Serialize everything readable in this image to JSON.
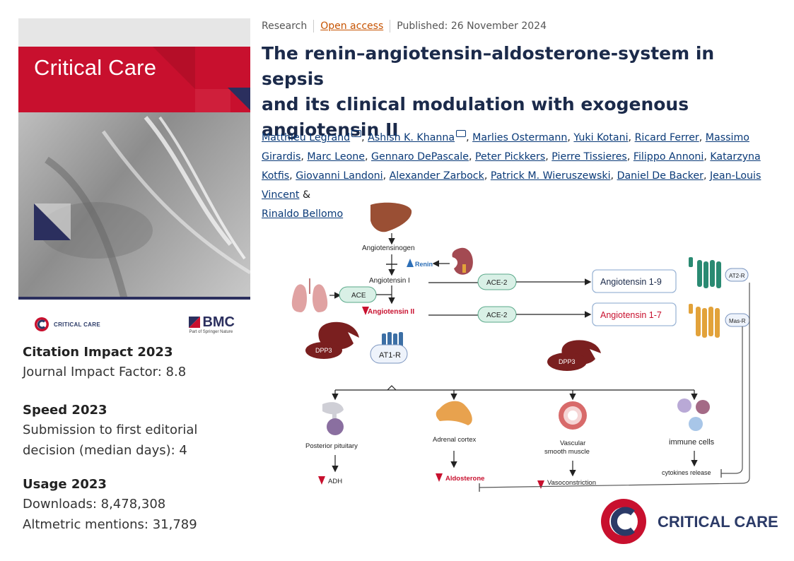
{
  "journal": {
    "cover_title": "Critical Care",
    "logo_small_label": "CRITICAL CARE",
    "publisher": "BMC",
    "publisher_sub": "Part of Springer Nature"
  },
  "metrics": [
    {
      "heading": "Citation Impact 2023",
      "lines": [
        "Journal Impact Factor: 8.8"
      ]
    },
    {
      "heading": "Speed 2023",
      "lines": [
        "Submission to first editorial",
        "decision (median days): 4"
      ]
    },
    {
      "heading": "Usage 2023",
      "lines": [
        "Downloads: 8,478,308",
        "Altmetric mentions: 31,789"
      ]
    }
  ],
  "article": {
    "type": "Research",
    "access": "Open access",
    "published": "Published: 26 November 2024",
    "title_lines": [
      "The renin–angiotensin–aldosterone-system in sepsis",
      "and its clinical modulation with exogenous",
      "angiotensin II"
    ],
    "authors": [
      "Matthieu Legrand",
      "Ashish K. Khanna",
      "Marlies Ostermann",
      "Yuki Kotani",
      "Ricard Ferrer",
      "Massimo Girardis",
      "Marc Leone",
      "Gennaro DePascale",
      "Peter Pickkers",
      "Pierre Tissieres",
      "Filippo Annoni",
      "Katarzyna Kotfis",
      "Giovanni Landoni",
      "Alexander Zarbock",
      "Patrick M. Wieruszewski",
      "Daniel De Backer",
      "Jean-Louis Vincent",
      "Rinaldo Bellomo"
    ],
    "authors_final_join": "&"
  },
  "figure": {
    "angiotensinogen": "Angiotensinogen",
    "renin": "Renin",
    "angiotensin_i": "Angiotensin I",
    "ace": "ACE",
    "angiotensin_ii": "Angiotensin II",
    "ace2_top": "ACE-2",
    "ace2_bottom": "ACE-2",
    "ang_1_9": "Angiotensin 1-9",
    "ang_1_7": "Angiotensin 1-7",
    "at2r": "AT2-R",
    "masr": "Mas-R",
    "dpp3_left": "DPP3",
    "dpp3_right": "DPP3",
    "at1r": "AT1-R",
    "posterior_pituitary": "Posterior pituitary",
    "adrenal_cortex": "Adrenal cortex",
    "vascular_line1": "Vascular",
    "vascular_line2": "smooth muscle",
    "immune_cells": "immune cells",
    "adh": "ADH",
    "aldosterone": "Aldosterone",
    "vasoconstriction": "Vasoconstriction",
    "cytokines": "cytokines release",
    "footer_logo": "CRITICAL CARE"
  },
  "colors": {
    "brand_red": "#c8102e",
    "navy": "#2b2f5e",
    "link": "#0a3a78",
    "open_access": "#c65301",
    "title": "#1b2a4a",
    "ace_fill": "#d9f0e6",
    "dpp3": "#7a1f1f"
  }
}
